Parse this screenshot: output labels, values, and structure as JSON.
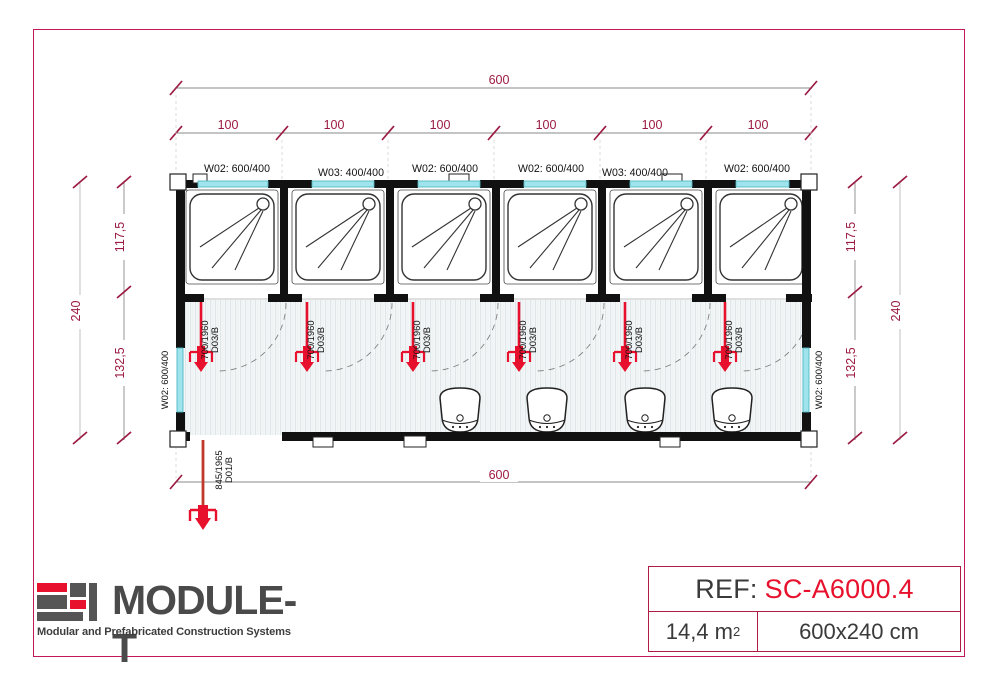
{
  "sheet": {
    "border_color": "#c2185b",
    "background": "#ffffff"
  },
  "drawing": {
    "type": "architectural-floor-plan",
    "description": "Prefabricated shower container floor plan, 6 shower cabins and 4 washbasins",
    "dimensions": {
      "top_overall": "600",
      "top_segments": [
        "100",
        "100",
        "100",
        "100",
        "100",
        "100"
      ],
      "bottom_overall": "600",
      "left_overall": "240",
      "left_segments": [
        "117,5",
        "132,5"
      ],
      "right_overall": "240",
      "right_segments": [
        "117,5",
        "132,5"
      ]
    },
    "windows": {
      "top": [
        "W02: 600/400",
        "W03: 400/400",
        "W02: 600/400",
        "W02: 600/400",
        "W03: 400/400",
        "W02: 600/400"
      ],
      "left_side": "W02: 600/400",
      "right_side": "W02: 600/400"
    },
    "doors": {
      "cabin": [
        "D03/B\n700/1960",
        "D03/B\n700/1960",
        "D03/B\n700/1960",
        "D03/B\n700/1960",
        "D03/B\n700/1960",
        "D03/B\n700/1960"
      ],
      "cabin_code": "D03/B",
      "cabin_size": "700/1960",
      "entrance_code": "D01/B",
      "entrance_size": "845/1965"
    },
    "fixtures": {
      "showers": 6,
      "washbasins": 4
    },
    "colors": {
      "dimension": "#9b1b42",
      "door_swing": "#e8112d",
      "window_glass": "#9fe3ec",
      "wall": "#111111",
      "floor_hatch": "#e9eef0"
    }
  },
  "title_block": {
    "ref_label": "REF:",
    "ref_value": "SC-A6000.4",
    "area": "14,4 m",
    "area_unit": "2",
    "size": "600x240 cm"
  },
  "logo": {
    "word_module": "MODULE",
    "word_dash": "-",
    "word_t": "T",
    "tagline": "Modular and Prefabricated Construction Systems",
    "brand_red": "#e8112d",
    "brand_grey": "#4a4a4a"
  }
}
